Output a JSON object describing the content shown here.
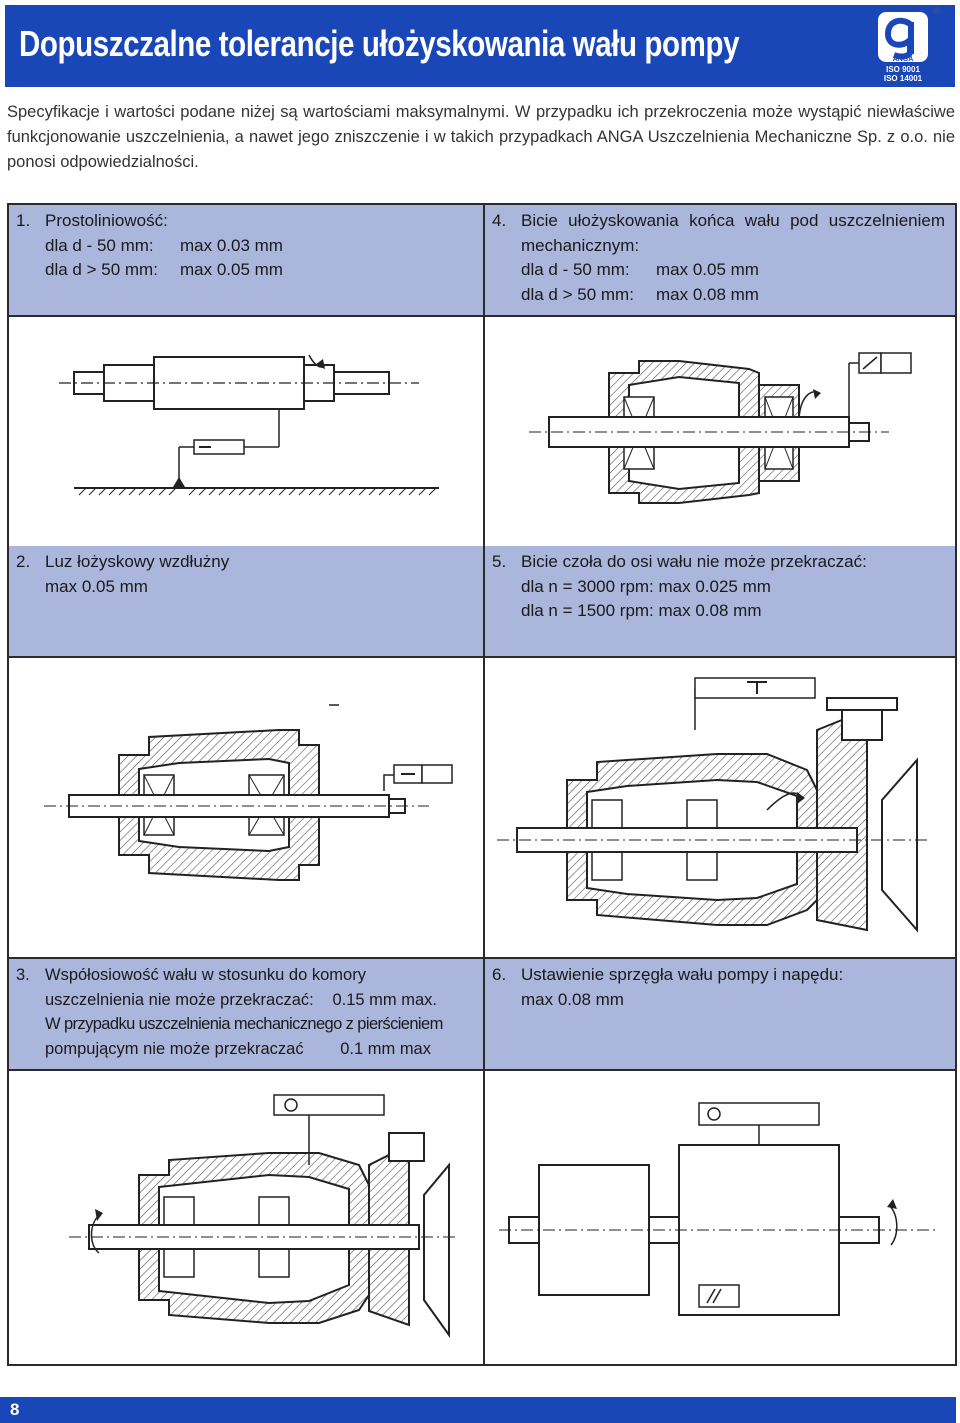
{
  "header": {
    "title": "Dopuszczalne tolerancje ułożyskowania wału pompy",
    "logo_letters": "ANGA",
    "iso1": "ISO 9001",
    "iso2": "ISO 14001",
    "reg": "®"
  },
  "intro": "Specyfikacje i wartości podane niżej są wartościami maksymalnymi. W przypadku ich przekroczenia może wystąpić niewłaściwe funkcjonowanie uszczelnienia, a nawet jego zniszczenie i w takich przypadkach ANGA Uszczelnienia Mechaniczne Sp. z o.o. nie ponosi odpowiedzialności.",
  "sections": {
    "s1": {
      "num": "1.",
      "title": "Prostoliniowość:",
      "l1a": "dla d - 50 mm:",
      "l1b": "max 0.03 mm",
      "l2a": "dla d > 50 mm:",
      "l2b": "max 0.05 mm"
    },
    "s4": {
      "num": "4.",
      "title": "Bicie ułożyskowania końca wału pod uszczelnieniem mechanicznym:",
      "l1a": "dla d - 50 mm:",
      "l1b": "max 0.05 mm",
      "l2a": "dla d > 50 mm:",
      "l2b": "max 0.08 mm"
    },
    "s2": {
      "num": "2.",
      "title": "Luz łożyskowy wzdłużny",
      "l1": "max 0.05 mm"
    },
    "s5": {
      "num": "5.",
      "title": "Bicie czoła do osi wału nie może przekraczać:",
      "l1": "dla n = 3000 rpm: max 0.025 mm",
      "l2": "dla n = 1500 rpm: max 0.08 mm"
    },
    "s3": {
      "num": "3.",
      "l1": "Współosiowość wału w stosunku do komory",
      "l2a": "uszczelnienia nie może przekraczać:",
      "l2b": "0.15 mm max.",
      "l3": "W przypadku uszczelnienia mechanicznego z pierścieniem",
      "l4a": "pompującym nie może przekraczać",
      "l4b": "0.1 mm max"
    },
    "s6": {
      "num": "6.",
      "title": "Ustawienie sprzęgła wału pompy i napędu:",
      "l1": "max 0.08 mm"
    }
  },
  "footer": {
    "page": "8"
  },
  "colors": {
    "header_blue": "#1a47b8",
    "cell_blue": "#aab6dc",
    "line": "#2b2b2b"
  }
}
